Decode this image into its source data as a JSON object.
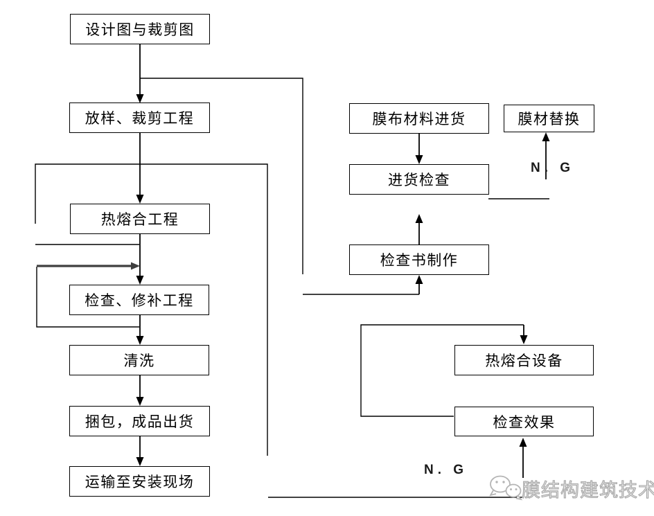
{
  "diagram": {
    "nodes": {
      "design": {
        "label": "设计图与裁剪图"
      },
      "lofting": {
        "label": "放样、裁剪工程"
      },
      "heat_fusion": {
        "label": "热熔合工程"
      },
      "inspect_repair": {
        "label": "检查、修补工程"
      },
      "cleaning": {
        "label": "清洗"
      },
      "packing": {
        "label": "捆包，成品出货"
      },
      "transport": {
        "label": "运输至安装现场"
      },
      "fabric_incoming": {
        "label": "膜布材料进货"
      },
      "material_replace": {
        "label": "膜材替换"
      },
      "incoming_inspection": {
        "label": "进货检查"
      },
      "inspection_report": {
        "label": "检查书制作"
      },
      "fusion_equipment": {
        "label": "热熔合设备"
      },
      "inspection_effect": {
        "label": "检查效果"
      }
    },
    "labels": {
      "ng_right": "N. G",
      "ng_bottom": "N. G"
    },
    "watermark": {
      "text": "膜结构建筑技术"
    },
    "colors": {
      "line": "#000000",
      "thick_arrow": "#3f3f3f",
      "box_border": "#000000",
      "box_fill": "#ffffff",
      "background": "#ffffff",
      "watermark_gray": "#b0b0b0"
    }
  }
}
